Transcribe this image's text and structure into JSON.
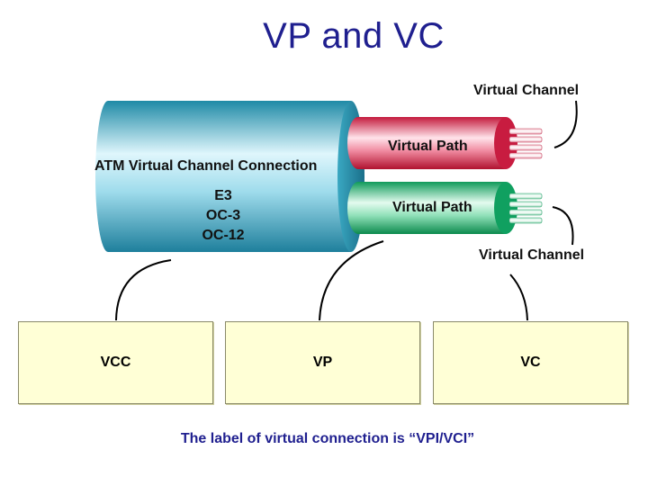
{
  "title": "VP and VC",
  "cable": {
    "label": "ATM Virtual Channel Connection",
    "rates": [
      "E3",
      "OC-3",
      "OC-12"
    ]
  },
  "paths": [
    {
      "label": "Virtual Path",
      "color": "#d8264a"
    },
    {
      "label": "Virtual Path",
      "color": "#19b06a"
    }
  ],
  "channel_labels": [
    "Virtual Channel",
    "Virtual Channel"
  ],
  "boxes": [
    "VCC",
    "VP",
    "VC"
  ],
  "caption": "The label of virtual connection is “VPI/VCI”",
  "colors": {
    "title": "#1f1f8f",
    "cable": "#2a9cb4",
    "box_fill": "#ffffd6"
  }
}
